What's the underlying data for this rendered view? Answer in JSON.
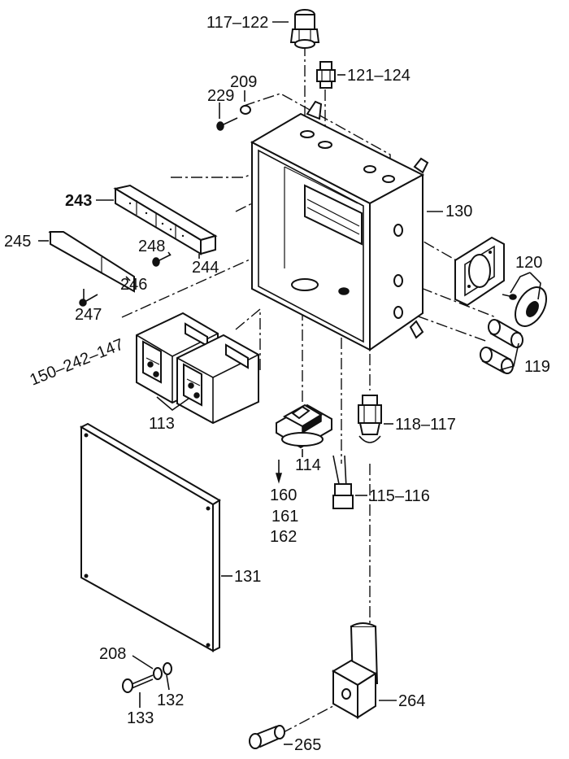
{
  "labels": {
    "p117_122": "117–122",
    "p121_124": "121–124",
    "p209": "209",
    "p229": "229",
    "p243": "243",
    "p130": "130",
    "p245": "245",
    "p248": "248",
    "p244": "244",
    "p120": "120",
    "p247": "247",
    "p246": "246",
    "p150_242_147": "150–242–147",
    "p119": "119",
    "p113": "113",
    "p118_117": "118–117",
    "p114": "114",
    "p160": "160",
    "p161": "161",
    "p162": "162",
    "p115_116": "115–116",
    "p131": "131",
    "p208": "208",
    "p132": "132",
    "p133": "133",
    "p264": "264",
    "p265": "265"
  }
}
